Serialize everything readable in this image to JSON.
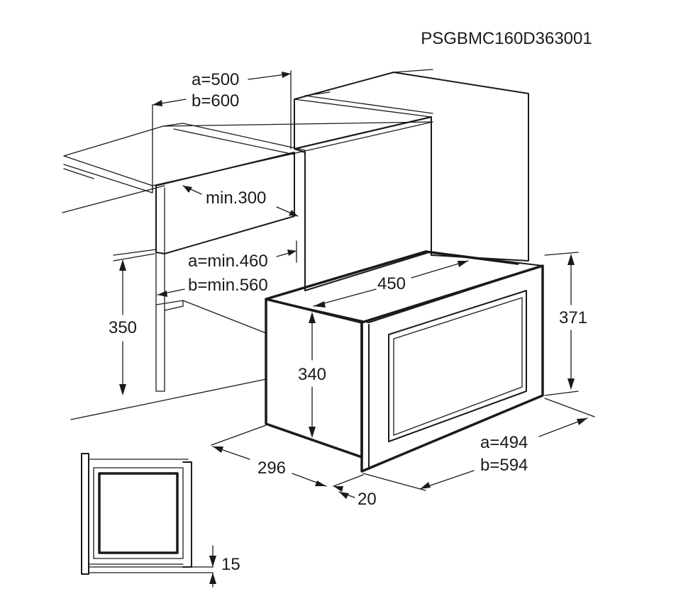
{
  "drawing_code": "PSGBMC160D363001",
  "dimensions": {
    "cabinet_width_a": "a=500",
    "cabinet_width_b": "b=600",
    "min_depth": "min.300",
    "opening_width_a": "a=min.460",
    "opening_width_b": "b=min.560",
    "opening_height": "350",
    "body_width": "450",
    "front_height": "371",
    "body_height": "340",
    "body_depth": "296",
    "front_width_a": "a=494",
    "front_width_b": "b=594",
    "frame_depth": "20",
    "bottom_gap": "15"
  }
}
